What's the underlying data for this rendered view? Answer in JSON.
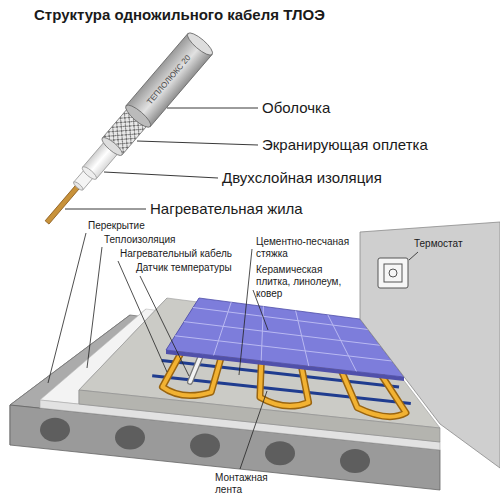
{
  "diagram": {
    "title": "Структура одножильного кабеля ТЛОЭ",
    "labels": [
      "ТЕПЛОЛЮКС 20",
      "Оболочка",
      "Экранирующая оплетка",
      "Двухслойная изоляция",
      "Нагревательная жила",
      "Перекрытие",
      "Теплоизоляция",
      "Нагревательный кабель",
      "Датчик температуры",
      "Цементно-песчаная стяжка",
      "Керамическая плитка, линолеум, ковер",
      "Термостат",
      "Монтажная лента"
    ]
  }
}
